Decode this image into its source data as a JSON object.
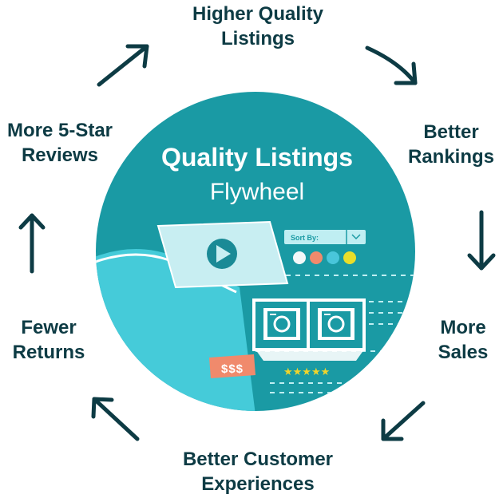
{
  "center": {
    "title": "Quality Listings",
    "subtitle": "Flywheel"
  },
  "illustration": {
    "sort_label": "Sort By:",
    "price_tag": "$$$",
    "rating_stars": "★★★★★"
  },
  "cycle": [
    {
      "line1": "Higher Quality",
      "line2": "Listings"
    },
    {
      "line1": "Better",
      "line2": "Rankings"
    },
    {
      "line1": "More",
      "line2": "Sales"
    },
    {
      "line1": "Better Customer",
      "line2": "Experiences"
    },
    {
      "line1": "Fewer",
      "line2": "Returns"
    },
    {
      "line1": "More 5-Star",
      "line2": "Reviews"
    }
  ],
  "colors": {
    "circle": "#1a9aa4",
    "circle_light": "#45cbd9",
    "text_dark": "#0d3b44",
    "swatches": [
      "#f3f8f9",
      "#f08a6c",
      "#49c6da",
      "#e9de2a"
    ],
    "tag": "#f08a6c",
    "stars": "#f1d42b"
  }
}
